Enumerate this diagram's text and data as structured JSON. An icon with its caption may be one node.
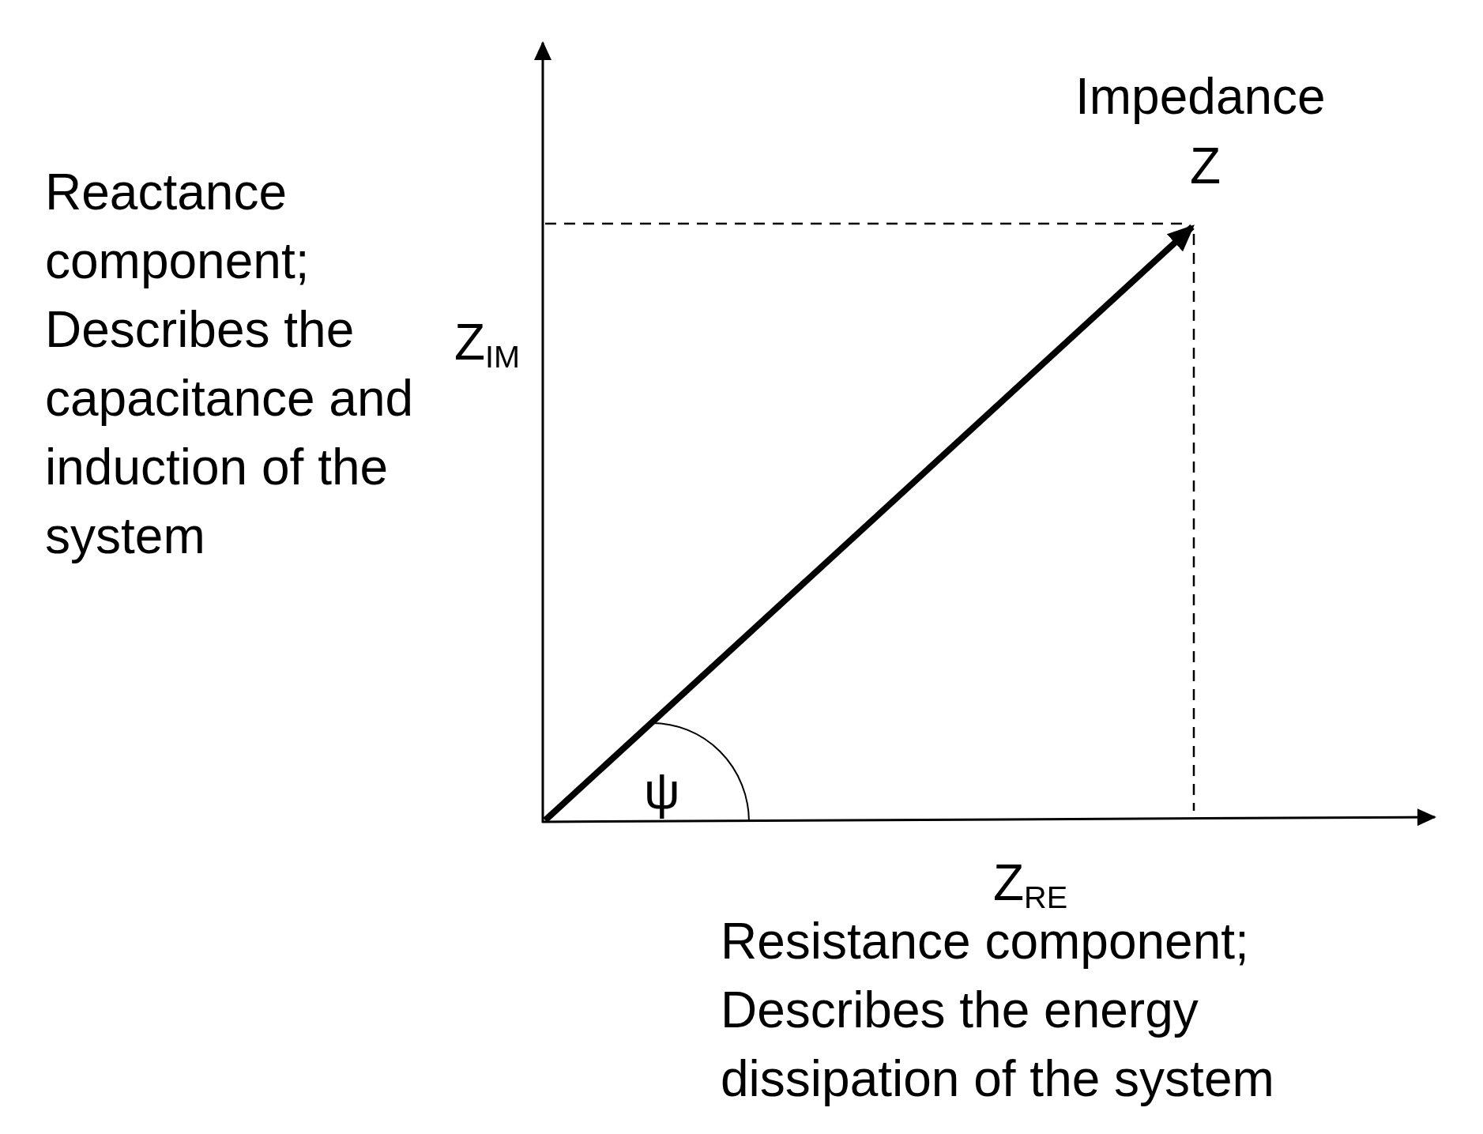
{
  "diagram": {
    "labels": [
      "Impedance",
      "Z",
      "Reactance component; Describes the capacitance and induction of the system",
      "Z$_{IM}$",
      "ψ",
      "Z$_{RE}$",
      "Resistance component; Describes the energy dissipation of the system"
    ]
  }
}
